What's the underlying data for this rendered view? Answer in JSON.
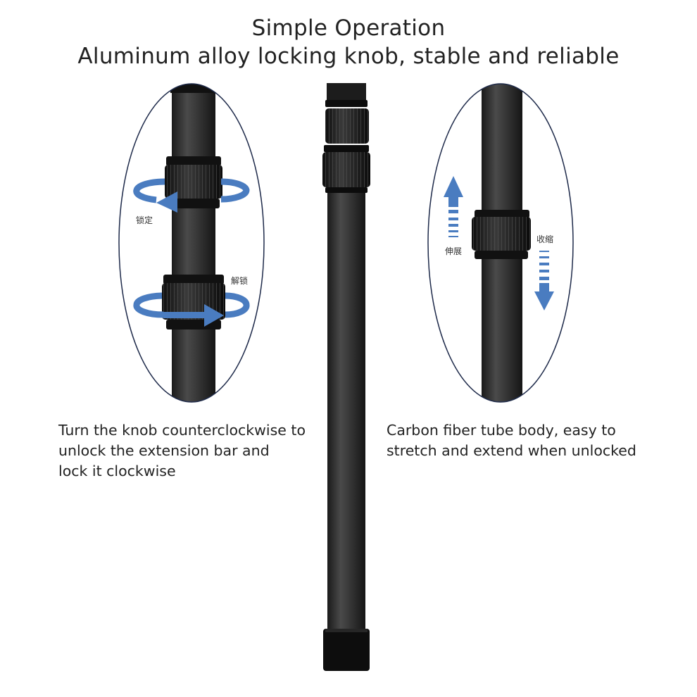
{
  "heading": {
    "line1": "Simple Operation",
    "line2": "Aluminum alloy locking knob, stable and reliable"
  },
  "left_panel": {
    "lock_label": "锁定",
    "unlock_label": "解锁",
    "caption_lines": [
      "Turn the knob counterclockwise to",
      "unlock the extension bar and",
      "lock it clockwise"
    ]
  },
  "right_panel": {
    "extend_label": "伸展",
    "retract_label": "收缩",
    "caption_lines": [
      "Carbon fiber tube body, easy to",
      "stretch and extend when unlocked"
    ]
  },
  "colors": {
    "arrow_blue": "#4a7cc0",
    "tube_dark": "#2b2b2b",
    "oval_outline": "#1e2a4a"
  },
  "icons": [
    "rotate-counterclockwise-arrow-icon",
    "rotate-clockwise-arrow-icon",
    "extend-up-arrow-icon",
    "retract-down-arrow-icon"
  ]
}
